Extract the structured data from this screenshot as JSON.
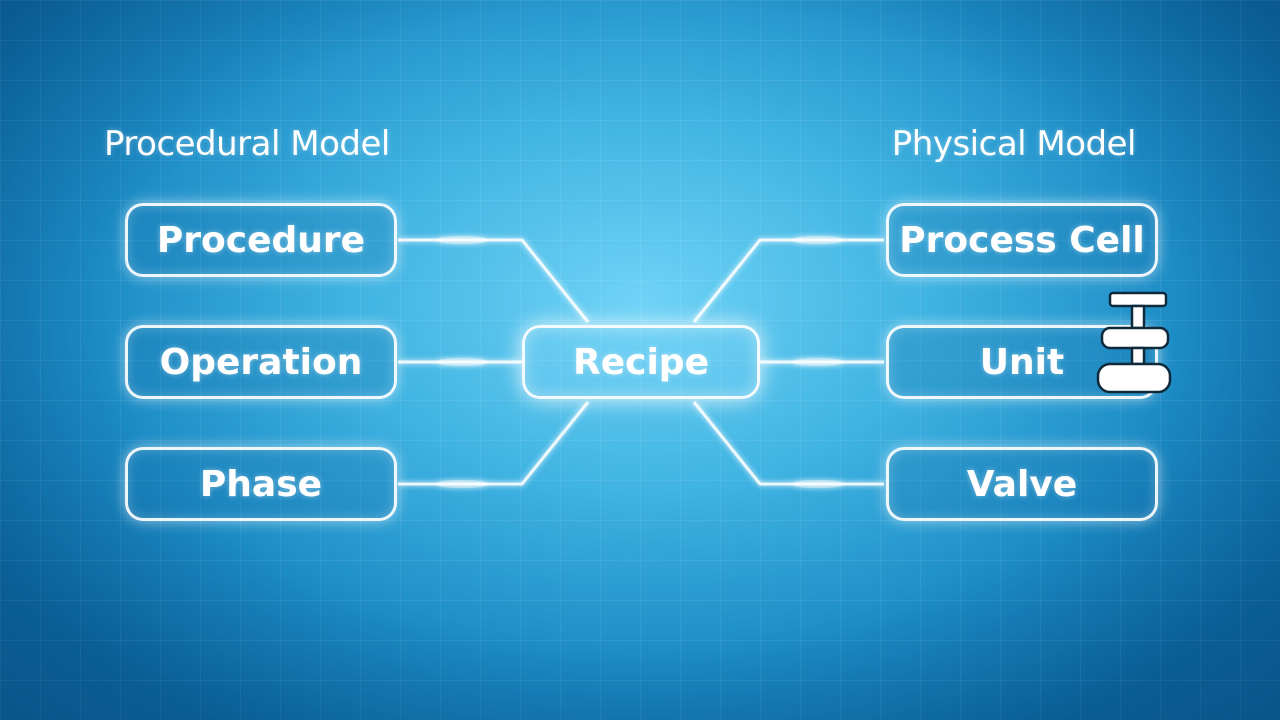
{
  "headings": {
    "left": "Procedural Model",
    "right": "Physical Model"
  },
  "center": {
    "label": "Recipe"
  },
  "procedural": [
    {
      "label": "Procedure"
    },
    {
      "label": "Operation"
    },
    {
      "label": "Phase"
    }
  ],
  "physical": [
    {
      "label": "Process Cell"
    },
    {
      "label": "Unit"
    },
    {
      "label": "Valve"
    }
  ],
  "colors": {
    "background": "#3fb3e2",
    "outline": "#ffffff"
  },
  "icons": {
    "unit_overlay": "valve-icon"
  }
}
